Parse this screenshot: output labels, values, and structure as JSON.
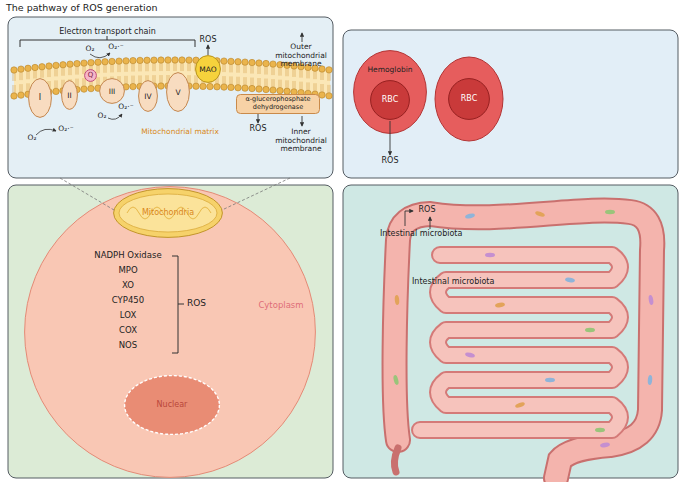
{
  "diagram": {
    "title": "The pathway of ROS generation",
    "nodes": [
      {
        "text": [
          "I"
        ]
      },
      {
        "text": [
          "II"
        ]
      },
      {
        "text": [
          "Q"
        ]
      },
      {
        "text": [
          "III"
        ]
      },
      {
        "text": [
          "IV"
        ]
      },
      {
        "text": [
          "V"
        ]
      },
      {
        "text": [
          "MAO"
        ]
      },
      {
        "text": [
          "α-glucerophosphate dehydrogenase"
        ]
      },
      {
        "text": [
          "Hemoglobin"
        ]
      },
      {
        "text": [
          "RBC"
        ],
        "in": 8
      },
      {
        "text": [
          "RBC"
        ]
      },
      {
        "text": [
          "Cytoplasm"
        ]
      },
      {
        "text": [
          "Mitochondria"
        ],
        "in": 11
      },
      {
        "text": [
          "Nuclear"
        ],
        "in": 11
      }
    ],
    "labels": [
      "Electron transport chain",
      "O₂",
      "O₂·⁻",
      "ROS",
      "Outer mitochondrial membrane",
      "O₂",
      "O₂·⁻",
      "O₂",
      "O₂·⁻",
      "ROS",
      "Inner mitochondrial membrane",
      "Mitochondrial matrix",
      "ROS",
      "NADPH Oxidase",
      "MPO",
      "XO",
      "CYP450",
      "LOX",
      "COX",
      "NOS",
      "ROS",
      "ROS",
      "Intestinal microbiota",
      "Intestinal microbiota"
    ]
  }
}
